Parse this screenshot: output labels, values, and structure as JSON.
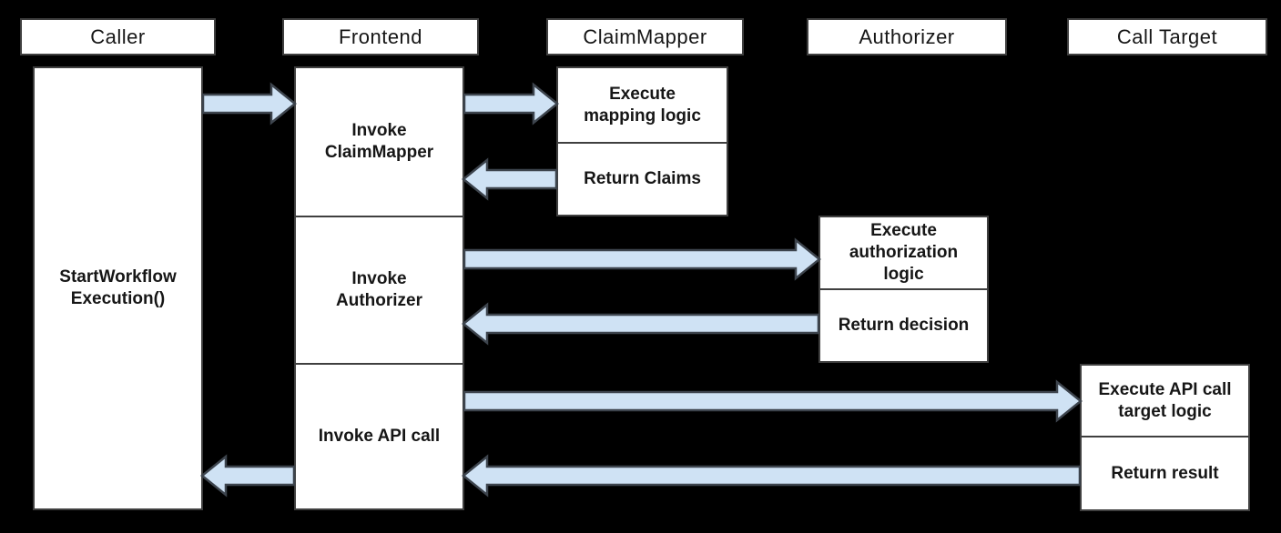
{
  "colors": {
    "background": "#000000",
    "box_fill": "#ffffff",
    "box_border": "#3f3f3f",
    "arrow_fill": "#cfe2f4",
    "arrow_stroke": "#3d444d",
    "text": "#161616"
  },
  "diagram": {
    "actors": [
      {
        "label": "Caller"
      },
      {
        "label": "Frontend"
      },
      {
        "label": "ClaimMapper"
      },
      {
        "label": "Authorizer"
      },
      {
        "label": "Call Target"
      }
    ],
    "caller": {
      "activity": "StartWorkflow\nExecution()"
    },
    "frontend": {
      "steps": [
        {
          "label": "Invoke\nClaimMapper"
        },
        {
          "label": "Invoke\nAuthorizer"
        },
        {
          "label": "Invoke API call"
        }
      ]
    },
    "claim_mapper": {
      "steps": [
        {
          "label": "Execute\nmapping logic"
        },
        {
          "label": "Return Claims"
        }
      ]
    },
    "authorizer": {
      "steps": [
        {
          "label": "Execute\nauthorization\nlogic"
        },
        {
          "label": "Return decision"
        }
      ]
    },
    "call_target": {
      "steps": [
        {
          "label": "Execute API call\ntarget logic"
        },
        {
          "label": "Return result"
        }
      ]
    },
    "arrows": [
      {
        "name": "caller-to-frontend",
        "direction": "right"
      },
      {
        "name": "frontend-to-claimmapper",
        "direction": "right"
      },
      {
        "name": "claimmapper-to-frontend",
        "direction": "left"
      },
      {
        "name": "frontend-to-authorizer",
        "direction": "right"
      },
      {
        "name": "authorizer-to-frontend",
        "direction": "left"
      },
      {
        "name": "frontend-to-calltarget",
        "direction": "right"
      },
      {
        "name": "calltarget-to-frontend",
        "direction": "left"
      },
      {
        "name": "frontend-to-caller",
        "direction": "left"
      }
    ]
  }
}
